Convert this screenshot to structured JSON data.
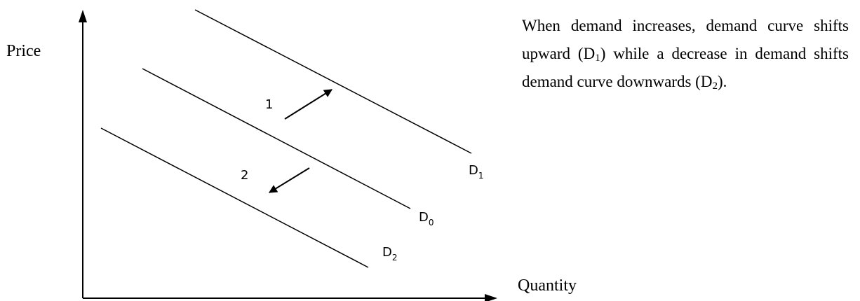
{
  "axes": {
    "y_label": "Price",
    "x_label": "Quantity"
  },
  "curves": {
    "d1": {
      "base": "D",
      "sub": "1"
    },
    "d0": {
      "base": "D",
      "sub": "0"
    },
    "d2": {
      "base": "D",
      "sub": "2"
    }
  },
  "arrows": {
    "increase_label": "1",
    "decrease_label": "2"
  },
  "caption": {
    "part1": "When demand increases, demand curve shifts upward (D",
    "sub1": "1",
    "part2": ") while a decrease in demand shifts demand curve downwards (D",
    "sub2": "2",
    "part3": ")."
  }
}
